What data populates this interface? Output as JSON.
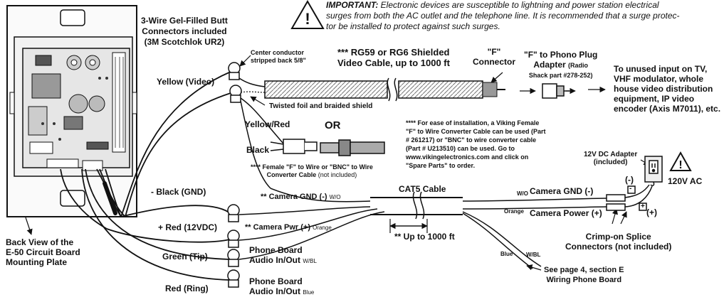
{
  "warning": {
    "icon": "warning-triangle-icon",
    "title": "IMPORTANT:",
    "line1": "Electronic devices are susceptible to lightning and power station electrical",
    "line2": "surges from both the AC outlet and the telephone line.  It is recommended that a surge protec-",
    "line3": "tor be installed to protect against such surges."
  },
  "butt_connectors": {
    "line1": "3-Wire Gel-Filled Butt",
    "line2": "Connectors included",
    "line3": "(3M Scotchlok UR2)"
  },
  "center_conductor": {
    "line1": "Center conductor",
    "line2": "stripped back 5/8\""
  },
  "coax": {
    "line1": "*** RG59 or RG6 Shielded",
    "line2": "Video Cable, up to 1000 ft",
    "f_line1": "\"F\"",
    "f_line2": "Connector",
    "shield": "Twisted foil and braided shield"
  },
  "phono_adapter": {
    "line1": "\"F\" to Phono Plug",
    "line2": "Adapter",
    "line2b": "(Radio",
    "line3": "Shack part #278-252)"
  },
  "destination": {
    "line1": "To unused input on TV,",
    "line2": "VHF modulator, whole",
    "line3": "house video distribution",
    "line4": "equipment, IP video",
    "line5": "encoder (Axis M7011), etc."
  },
  "wires": {
    "yellow_video": "Yellow (Video)",
    "yellow_red": "Yellow/Red",
    "black": "Black",
    "black_gnd": "- Black (GND)",
    "red_12v": "+ Red (12VDC)",
    "green_tip": "Green (Tip)",
    "red_ring": "Red (Ring)"
  },
  "or_label": "OR",
  "converter_note": {
    "line1": "**** Female \"F\" to Wire or \"BNC\" to Wire",
    "line2": "Converter Cable",
    "line2b": "(not included)"
  },
  "ease_note": {
    "line1": "**** For ease of installation, a Viking Female",
    "line2": "\"F\" to Wire Converter Cable can be used (Part",
    "line3": "# 261217) or \"BNC\" to wire converter cable",
    "line4": "(Part # U213510) can be used. Go to",
    "line5": "www.vikingelectronics.com and click on",
    "line6": "\"Spare Parts\" to order."
  },
  "adapter_12v": {
    "line1": "12V DC Adapter",
    "line2": "(included)",
    "minus": "(-)",
    "plus": "(+)",
    "ac": "120V AC",
    "minus_mark": "-",
    "plus_mark": "+"
  },
  "cat5": {
    "label": "CAT5 Cable",
    "gnd_left": "** Camera GND (-)",
    "wo_left": "W/O",
    "pwr_left": "** Camera Pwr (+)",
    "orange_left": "Orange",
    "length": "** Up to 1000 ft",
    "wo_right": "W/O",
    "gnd_right": "Camera GND (-)",
    "orange_right": "Orange",
    "pwr_right": "Camera Power (+)",
    "blue": "Blue",
    "wbl": "W/BL"
  },
  "crimp": {
    "line1": "Crimp-on Splice",
    "line2": "Connectors (not included)"
  },
  "phone_board": {
    "line1": "Phone Board",
    "line2": "Audio In/Out",
    "wbl": "W/BL",
    "blue": "Blue"
  },
  "see_page": {
    "line1": "See page 4, section E",
    "line2": "Wiring Phone Board"
  },
  "back_view": {
    "line1": "Back View of the",
    "line2": "E-50 Circuit Board",
    "line3": "Mounting Plate"
  }
}
